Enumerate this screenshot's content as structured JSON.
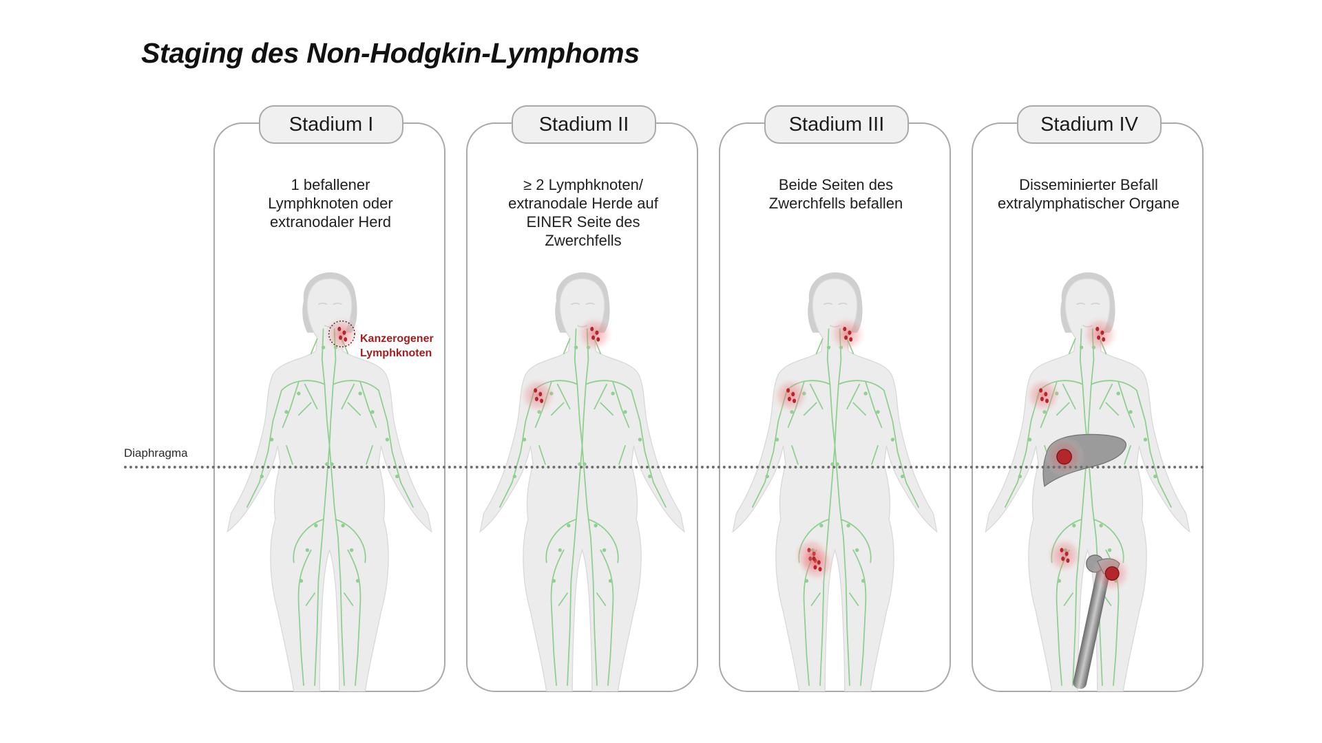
{
  "title": "Staging des Non-Hodgkin-Lymphoms",
  "diaphragm_label": "Diaphragma",
  "annotation": "Kanzerogener\nLymphknoten",
  "colors": {
    "panel_border": "#a9a9a9",
    "label_fill": "#f0f0f0",
    "body_fill": "#ececec",
    "lymph": "#8fcf8f",
    "tumor": "#b3262b",
    "glow": "#e8555b"
  },
  "stages": [
    {
      "label": "Stadium I",
      "description": "1 befallener\nLymphknoten oder\nextranodaler Herd"
    },
    {
      "label": "Stadium II",
      "description": "≥ 2 Lymphknoten/\nextranodale Herde auf\nEINER Seite des\nZwerchfells"
    },
    {
      "label": "Stadium III",
      "description": "Beide Seiten des\nZwerchfells befallen"
    },
    {
      "label": "Stadium IV",
      "description": "Disseminierter Befall\nextralymphatischer Organe"
    }
  ]
}
